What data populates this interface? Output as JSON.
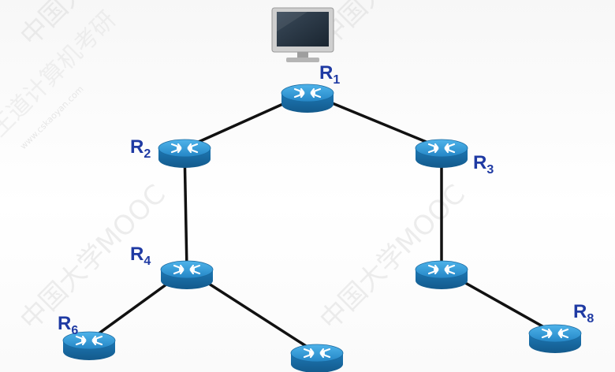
{
  "diagram": {
    "type": "network-topology",
    "nodes": [
      {
        "id": "R1",
        "label": "R",
        "sub": "1"
      },
      {
        "id": "R2",
        "label": "R",
        "sub": "2"
      },
      {
        "id": "R3",
        "label": "R",
        "sub": "3"
      },
      {
        "id": "R4",
        "label": "R",
        "sub": "4"
      },
      {
        "id": "R5",
        "label": "",
        "sub": ""
      },
      {
        "id": "R6",
        "label": "R",
        "sub": "6"
      },
      {
        "id": "R7",
        "label": "",
        "sub": ""
      },
      {
        "id": "R8",
        "label": "R",
        "sub": "8"
      }
    ],
    "edges": [
      [
        "R1",
        "R2"
      ],
      [
        "R1",
        "R3"
      ],
      [
        "R2",
        "R4"
      ],
      [
        "R3",
        "R5"
      ],
      [
        "R4",
        "R6"
      ],
      [
        "R4",
        "R7"
      ],
      [
        "R5",
        "R8"
      ]
    ],
    "host": {
      "icon": "computer-monitor-icon",
      "attached_to": "R1"
    }
  },
  "colors": {
    "label": "#1f3aa3",
    "router_top": "#2b8fd0",
    "router_side": "#1b6ea8",
    "link": "#111111"
  },
  "watermark": {
    "text_a": "中国大学MOOC",
    "text_b": "www.cskaoyan.com",
    "text_c": "王道计算机考研"
  }
}
